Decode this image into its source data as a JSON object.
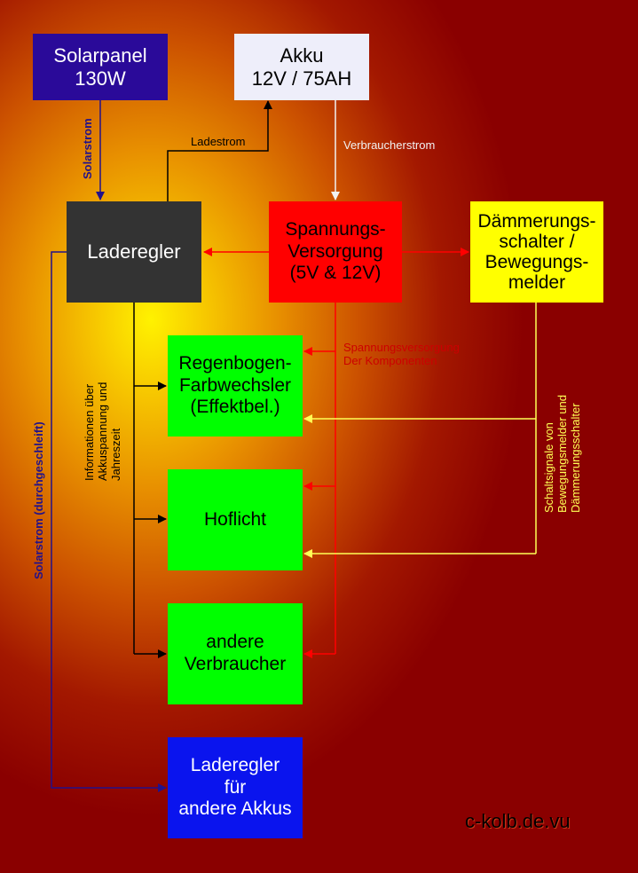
{
  "colors": {
    "solarpanel": "#2a0a99",
    "akku": "#eeeefa",
    "laderegler": "#333333",
    "spannung": "#ff0000",
    "daemmerung": "#ffff00",
    "consumer": "#00ff00",
    "laderegler2": "#0a14ee",
    "wire_black": "#000000",
    "wire_white": "#f2f2f2",
    "wire_red": "#ff0000",
    "wire_yellow": "#ffff55",
    "wire_blue": "#22118a"
  },
  "boxes": {
    "solarpanel": [
      "Solarpanel",
      "130W"
    ],
    "akku": [
      "Akku",
      "12V / 75AH"
    ],
    "laderegler": [
      "Laderegler"
    ],
    "spannung": [
      "Spannungs-",
      "Versorgung",
      "(5V & 12V)"
    ],
    "daemmerung": [
      "Dämmerungs-",
      "schalter /",
      "Bewegungs-",
      "melder"
    ],
    "regenbogen": [
      "Regenbogen-",
      "Farbwechsler",
      "(Effektbel.)"
    ],
    "hoflicht": [
      "Hoflicht"
    ],
    "andere": [
      "andere",
      "Verbraucher"
    ],
    "laderegler2": [
      "Laderegler",
      "für",
      "andere Akkus"
    ]
  },
  "labels": {
    "solarstrom": "Solarstrom",
    "ladestrom": "Ladestrom",
    "verbraucherstrom": "Verbraucherstrom",
    "spannungsversorgung": [
      "Spannungsversorgung",
      "Der Komponenten"
    ],
    "informationen": [
      "Informationen über",
      "Akkuspannung und",
      "Jahreszeit"
    ],
    "solarstrom_durch": "Solarstrom (durchgeschleift)",
    "schaltsignale": [
      "Schaltsignale von",
      "Bewegungsmelder und",
      "Dämmerungsschalter"
    ]
  },
  "footer": "c-kolb.de.vu"
}
